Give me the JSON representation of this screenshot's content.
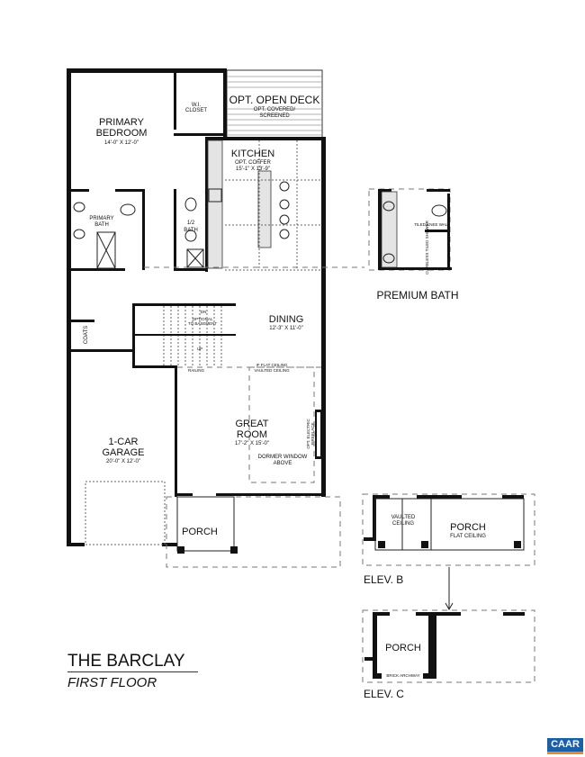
{
  "plan": {
    "name": "THE BARCLAY",
    "floor": "FIRST FLOOR",
    "logo": "CAAR",
    "colors": {
      "wall": "#111111",
      "cabinet": "#e4e4e4",
      "logo_blue": "#1b5fa8",
      "logo_orange": "#e8892b"
    }
  },
  "rooms": {
    "primary_bedroom": {
      "name_1": "PRIMARY",
      "name_2": "BEDROOM",
      "dims": "14'-0\" X 12'-0\""
    },
    "closet": {
      "name_1": "W.I.",
      "name_2": "CLOSET"
    },
    "deck": {
      "name": "OPT. OPEN DECK",
      "note_1": "OPT. COVERED/",
      "note_2": "SCREENED"
    },
    "kitchen": {
      "name": "KITCHEN",
      "note": "OPT. COFFER",
      "dims": "15'-1\" X 13'-9\""
    },
    "primary_bath": {
      "name_1": "PRIMARY",
      "name_2": "BATH"
    },
    "half_bath": {
      "name_1": "1/2",
      "name_2": "BATH"
    },
    "stairs": {
      "down": "DN",
      "note_1": "OPTIONAL",
      "note_2": "TO BASEMENT",
      "up": "UP",
      "railing": "RAILING"
    },
    "coats": {
      "name": "COATS"
    },
    "dining": {
      "name": "DINING",
      "dims": "12'-3\" X 11'-0\""
    },
    "great_room": {
      "name_1": "GREAT",
      "name_2": "ROOM",
      "dims": "17'-2\" X 15'-0\"",
      "ceiling_1": "IF FLAT CEILING",
      "ceiling_2": "VAULTED CEILING",
      "dormer_1": "DORMER WINDOW",
      "dormer_2": "ABOVE",
      "fireplace_1": "OPT. ELECTRIC",
      "fireplace_2": "FIREPLACE"
    },
    "garage": {
      "name_1": "1-CAR",
      "name_2": "GARAGE",
      "dims": "20'-0\" X 12'-0\""
    },
    "porch": {
      "name": "PORCH"
    }
  },
  "options": {
    "premium_bath": {
      "label": "PREMIUM BATH",
      "note_1": "TILED KNEE WALL",
      "note_2": "CURBLESS TILED SHOWER"
    },
    "elev_b": {
      "label": "ELEV. B",
      "vault_1": "VAULTED",
      "vault_2": "CEILING",
      "porch": "PORCH",
      "porch_note": "FLAT CEILING"
    },
    "elev_c": {
      "label": "ELEV. C",
      "porch": "PORCH",
      "arch": "BRICK ARCHWAY"
    }
  }
}
